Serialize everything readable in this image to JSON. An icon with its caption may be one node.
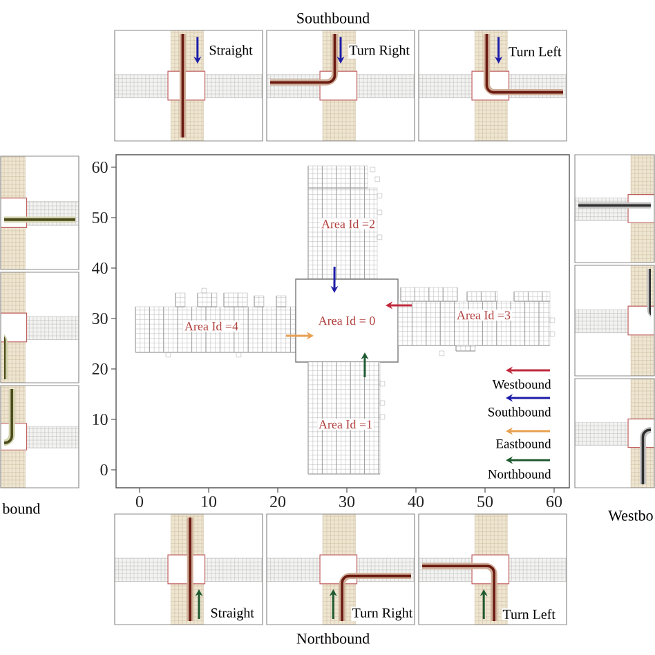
{
  "diagram": {
    "nodes": [
      {
        "text": [
          "Straight"
        ]
      },
      {
        "text": [
          "Turn Right"
        ]
      },
      {
        "text": [
          "Turn Left"
        ]
      },
      {
        "text": [],
        "shape": "picture"
      },
      {
        "text": [],
        "shape": "picture"
      },
      {
        "text": [],
        "shape": "picture"
      },
      {
        "text": [
          "Area Id =2"
        ]
      },
      {
        "text": [
          "Area Id =4"
        ]
      },
      {
        "text": [
          "Area Id = 0"
        ]
      },
      {
        "text": [
          "Area Id =3"
        ]
      },
      {
        "text": [
          "Area Id =1"
        ]
      },
      {
        "text": [],
        "shape": "picture"
      },
      {
        "text": [],
        "shape": "picture"
      },
      {
        "text": [],
        "shape": "picture"
      },
      {
        "text": [
          "Straight"
        ]
      },
      {
        "text": [
          "Turn Right"
        ]
      },
      {
        "text": [
          "Turn Left"
        ]
      }
    ],
    "edges": [
      {
        "from": 6,
        "to": 8,
        "arrow": "to",
        "color": "#1c1ca8"
      },
      {
        "from": 9,
        "to": 8,
        "arrow": "to",
        "color": "#c0283c"
      },
      {
        "from": 7,
        "to": 8,
        "arrow": "to",
        "color": "#e8a050"
      },
      {
        "from": 10,
        "to": 8,
        "arrow": "to",
        "color": "#1f5a30"
      }
    ],
    "labels": [
      "Southbound",
      "60",
      "50",
      "40",
      "30",
      "20",
      "10",
      "0",
      "bound",
      "0",
      "10",
      "20",
      "30",
      "40",
      "50",
      "60",
      "Westbo",
      "Northbound"
    ],
    "legend": [
      {
        "text": "Westbound"
      },
      {
        "text": "Southbound"
      },
      {
        "text": "Eastbound"
      },
      {
        "text": "Northbound"
      }
    ]
  }
}
